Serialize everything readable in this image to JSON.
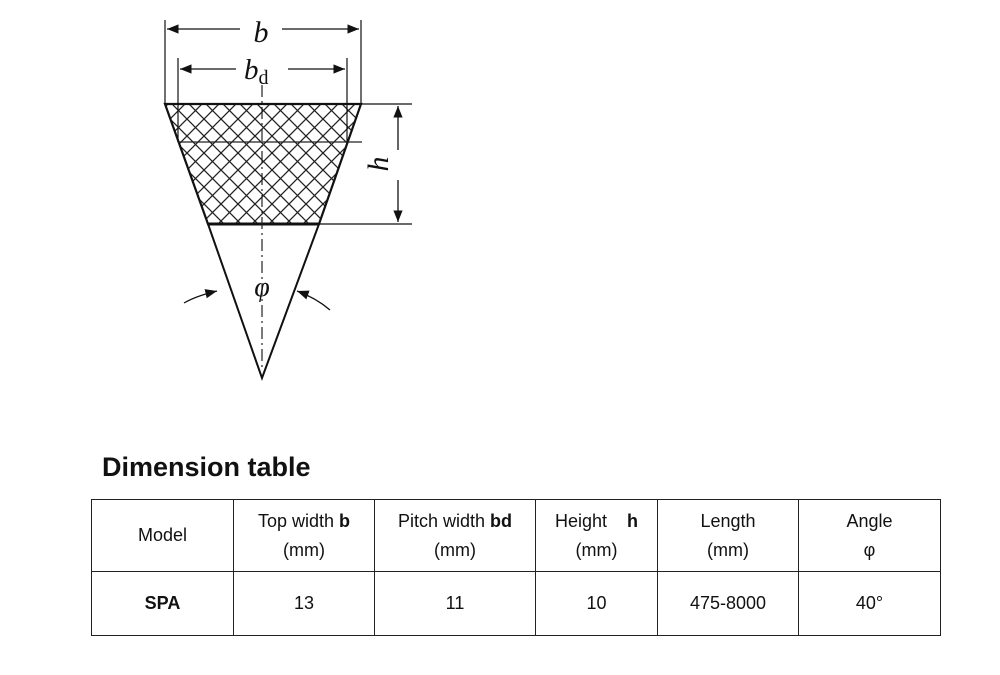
{
  "diagram": {
    "labels": {
      "b": "b",
      "bd_main": "b",
      "bd_sub": "d",
      "h": "h",
      "phi": "φ"
    }
  },
  "table": {
    "title": "Dimension table",
    "headers": [
      {
        "line1": "Model",
        "bold": "",
        "line2": ""
      },
      {
        "line1": "Top width ",
        "bold": "b",
        "line2": "(mm)"
      },
      {
        "line1": "Pitch width ",
        "bold": "bd",
        "line2": "(mm)"
      },
      {
        "line1": "Height    ",
        "bold": "h",
        "line2": "(mm)"
      },
      {
        "line1": "Length",
        "bold": "",
        "line2": "(mm)"
      },
      {
        "line1": "Angle",
        "bold": "",
        "line2": "φ"
      }
    ],
    "rows": [
      {
        "model": "SPA",
        "top_width": "13",
        "pitch_width": "11",
        "height": "10",
        "length": "475-8000",
        "angle": "40°"
      }
    ]
  }
}
